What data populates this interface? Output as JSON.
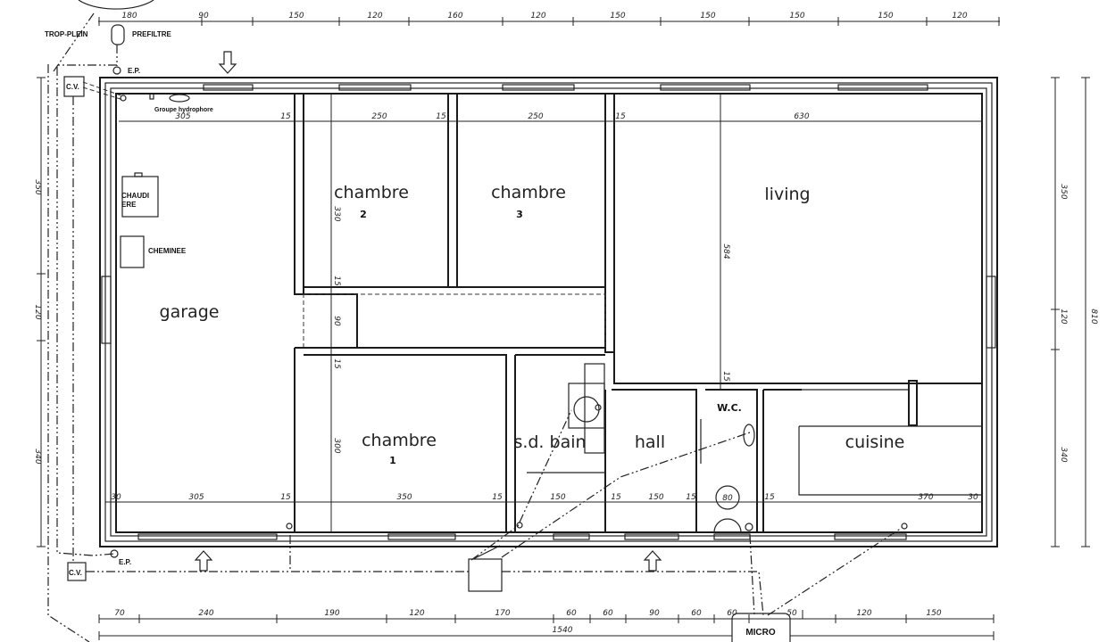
{
  "rooms": {
    "garage": "garage",
    "chambre_2": "chambre",
    "chambre_2_num": "2",
    "chambre_3": "chambre",
    "chambre_3_num": "3",
    "living": "living",
    "chambre_1": "chambre",
    "chambre_1_num": "1",
    "sdbain": "s.d. bain",
    "hall": "hall",
    "wc": "W.C.",
    "cuisine": "cuisine"
  },
  "annotations": {
    "trop_plein": "TROP-PLEIN",
    "prefiltre": "PREFILTRE",
    "ep_top": "E.P.",
    "cv_top": "C.V.",
    "groupe_hydrophore": "Groupe hydrophore",
    "chaudiere_1": "CHAUDI",
    "chaudiere_2": "ERE",
    "cheminee": "CHEMINEE",
    "ep_bottom": "E.P.",
    "cv_bottom": "C.V.",
    "micro": "MICRO"
  },
  "dimensions": {
    "top": [
      "180",
      "90",
      "150",
      "120",
      "160",
      "120",
      "150",
      "150",
      "150",
      "150",
      "120"
    ],
    "bottom": [
      "70",
      "240",
      "190",
      "120",
      "170",
      "60",
      "60",
      "90",
      "60",
      "60",
      "50",
      "120",
      "150"
    ],
    "bottom_total": "1540",
    "left": [
      "350",
      "120",
      "340"
    ],
    "right": [
      "350",
      "120",
      "340"
    ],
    "right_total": "810",
    "interior_top": [
      "305",
      "15",
      "250",
      "15",
      "250",
      "15",
      "630"
    ],
    "interior_bottom": [
      "30",
      "305",
      "15",
      "350",
      "15",
      "150",
      "15",
      "150",
      "15",
      "80",
      "15",
      "370",
      "30"
    ],
    "interior_vertical": [
      "330",
      "15",
      "90",
      "15",
      "300",
      "584",
      "15"
    ]
  }
}
